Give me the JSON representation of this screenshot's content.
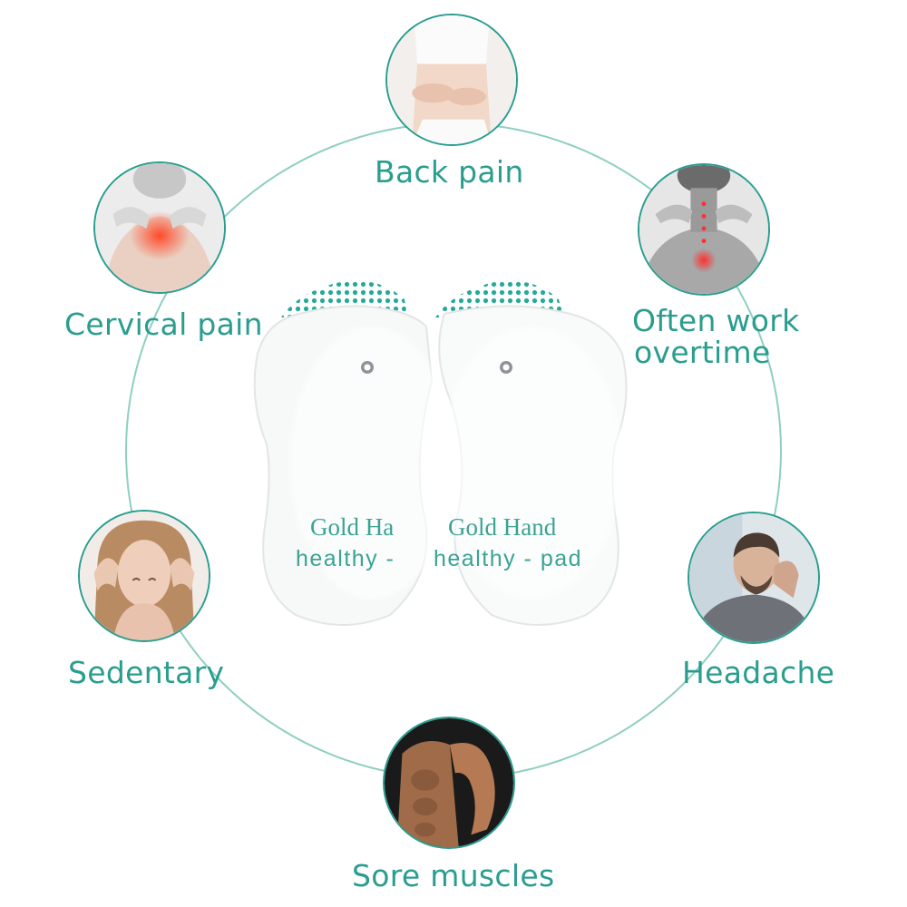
{
  "conditions": {
    "back_pain": "Back pain",
    "cervical_pain": "Cervical pain",
    "often_work_1": "Often work",
    "often_work_2": "overtime",
    "sedentary": "Sedentary",
    "headache": "Headache",
    "sore_muscles": "Sore muscles"
  },
  "pads": {
    "left_brand": "Gold Ha",
    "left_sub": "healthy -",
    "right_brand": "Gold Hand",
    "right_sub": "healthy - pad"
  },
  "colors": {
    "accent": "#2a9d8f",
    "ring": "#8fcfc0",
    "pain_highlight": "#ff5a3c"
  }
}
